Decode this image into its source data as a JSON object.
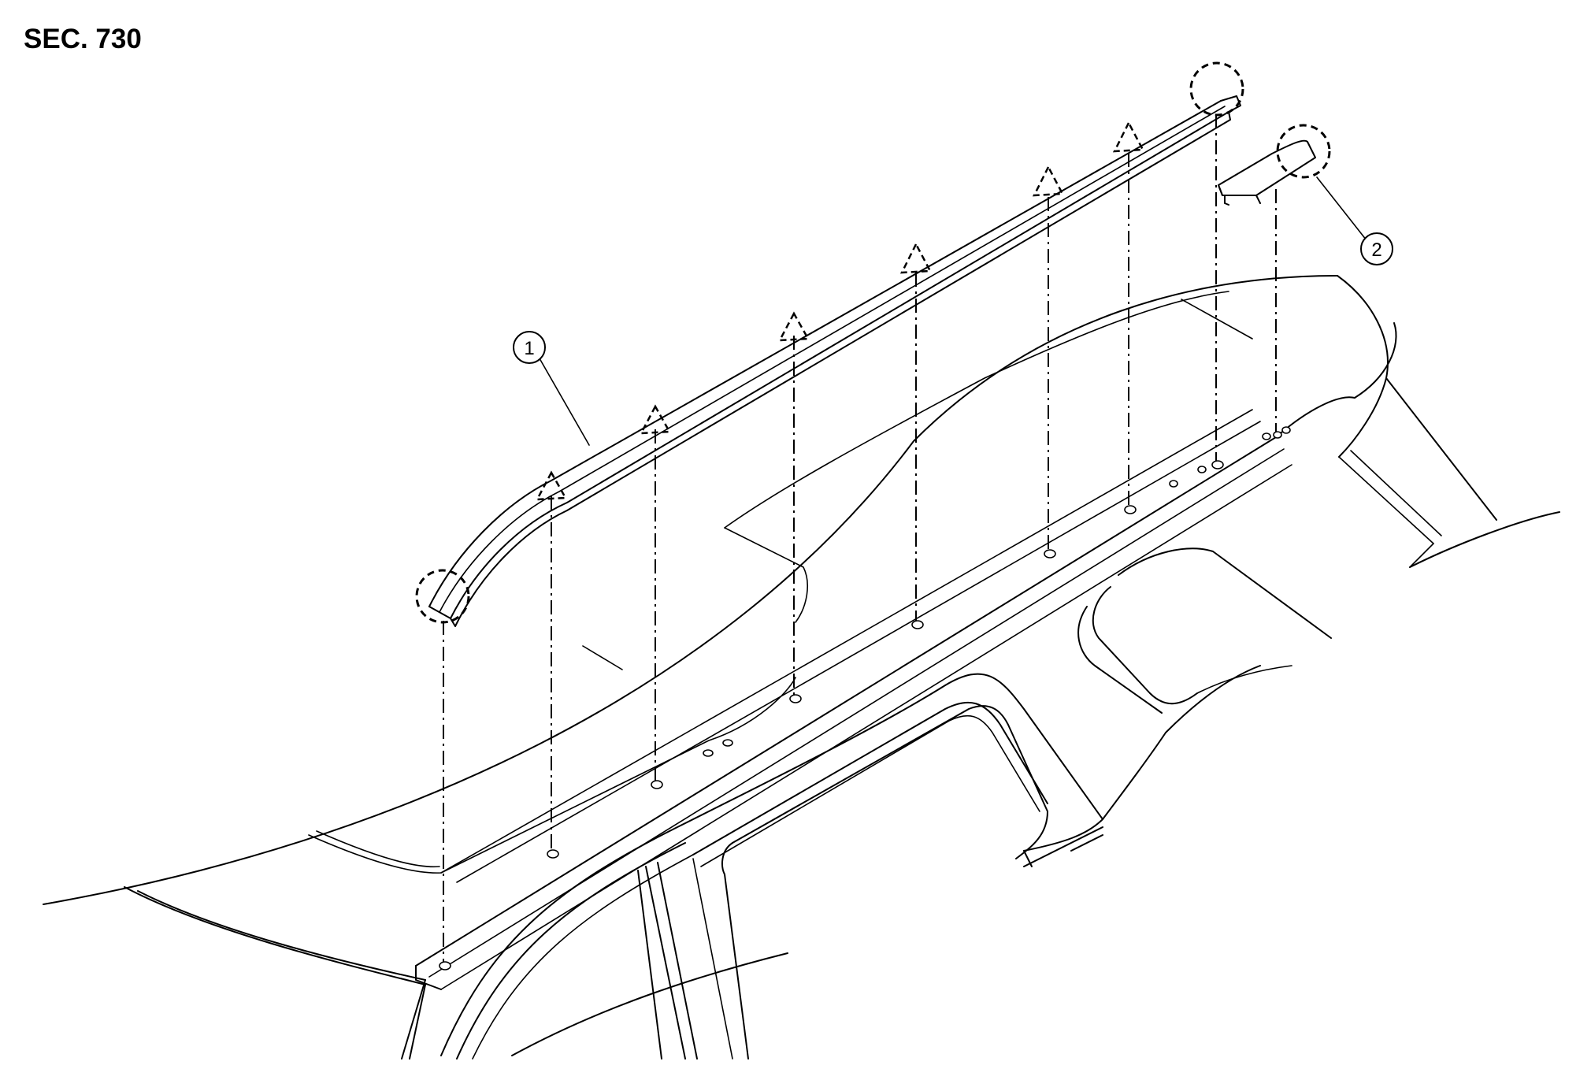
{
  "section": {
    "label": "SEC. 730"
  },
  "callouts": [
    {
      "id": "1",
      "label": "1"
    },
    {
      "id": "2",
      "label": "2"
    }
  ]
}
